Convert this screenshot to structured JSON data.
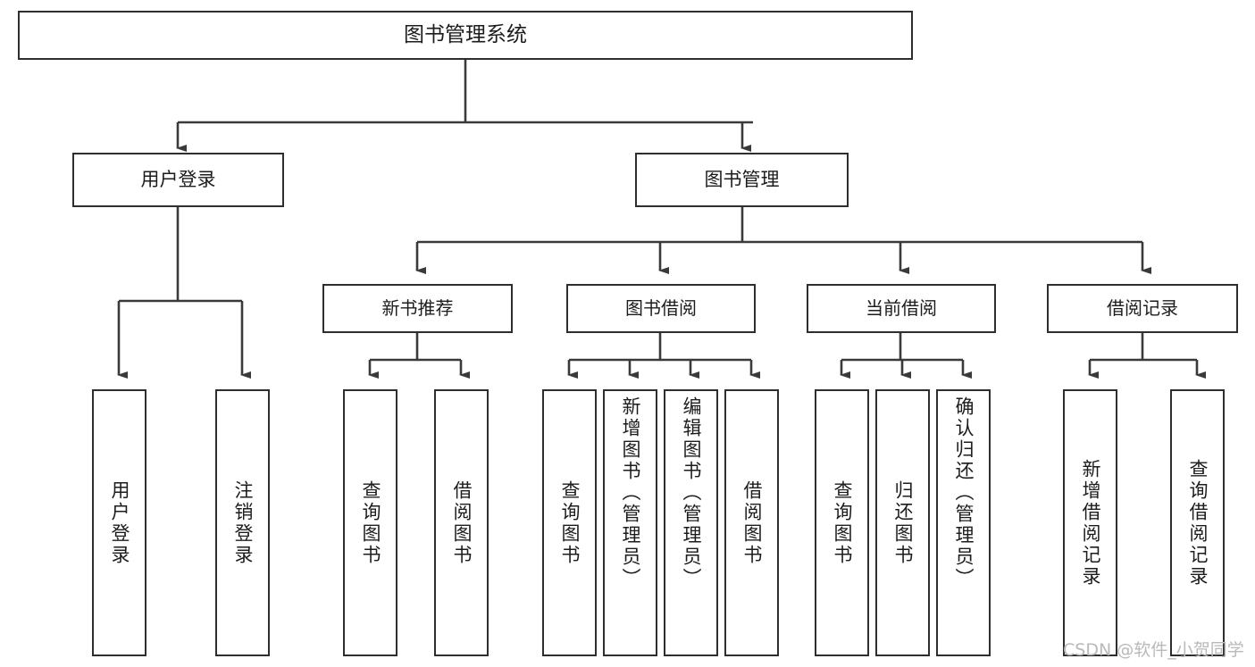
{
  "diagram": {
    "type": "tree-hierarchy-chart",
    "title": "图书管理系统",
    "watermark": "CSDN @软件_小贺同学",
    "colors": {
      "box_border": "#2e2e2e",
      "box_fill": "#ffffff",
      "connector": "#3a3a3a",
      "text": "#1c1c1c",
      "watermark": "#b9b9b9",
      "background": "#ffffff"
    },
    "nodes": {
      "root": {
        "label": "图书管理系统"
      },
      "level1": [
        {
          "label": "用户登录"
        },
        {
          "label": "图书管理"
        }
      ],
      "level2": [
        {
          "label": "新书推荐"
        },
        {
          "label": "图书借阅"
        },
        {
          "label": "当前借阅"
        },
        {
          "label": "借阅记录"
        }
      ],
      "leaves": {
        "user_login": [
          {
            "label": "用户登录"
          },
          {
            "label": "注销登录"
          }
        ],
        "new_book_recommend": [
          {
            "label": "查询图书"
          },
          {
            "label": "借阅图书"
          }
        ],
        "book_borrow": [
          {
            "label": "查询图书"
          },
          {
            "label": "新增图书（管理员）"
          },
          {
            "label": "编辑图书（管理员）"
          },
          {
            "label": "借阅图书"
          }
        ],
        "current_borrow": [
          {
            "label": "查询图书"
          },
          {
            "label": "归还图书"
          },
          {
            "label": "确认归还（管理员）"
          }
        ],
        "borrow_record": [
          {
            "label": "新增借阅记录"
          },
          {
            "label": "查询借阅记录"
          }
        ]
      }
    }
  }
}
